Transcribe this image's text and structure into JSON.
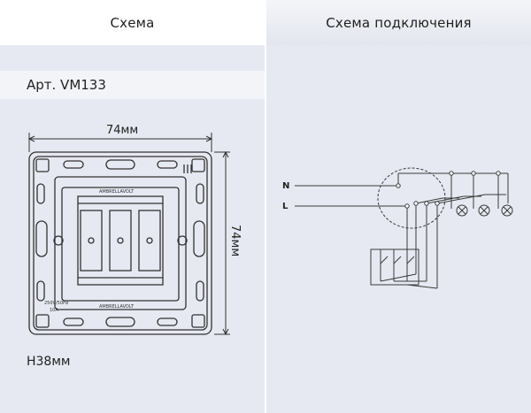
{
  "tabs": {
    "scheme_label": "Схема",
    "wiring_label": "Схема подключения"
  },
  "product": {
    "article": "Арт. VM133",
    "width_label": "74мм",
    "height_label": "74мм",
    "depth_label": "H38мм",
    "brand_marks": [
      "AMBRELLAVOLT",
      "AMBRELLAVOLT"
    ],
    "rating_text": "250V/50Hz",
    "current_text": "10A"
  },
  "wiring": {
    "neutral_label": "N",
    "line_label": "L"
  },
  "colors": {
    "panel_bg": "#e6e9f1",
    "line": "#3a3a3a"
  }
}
